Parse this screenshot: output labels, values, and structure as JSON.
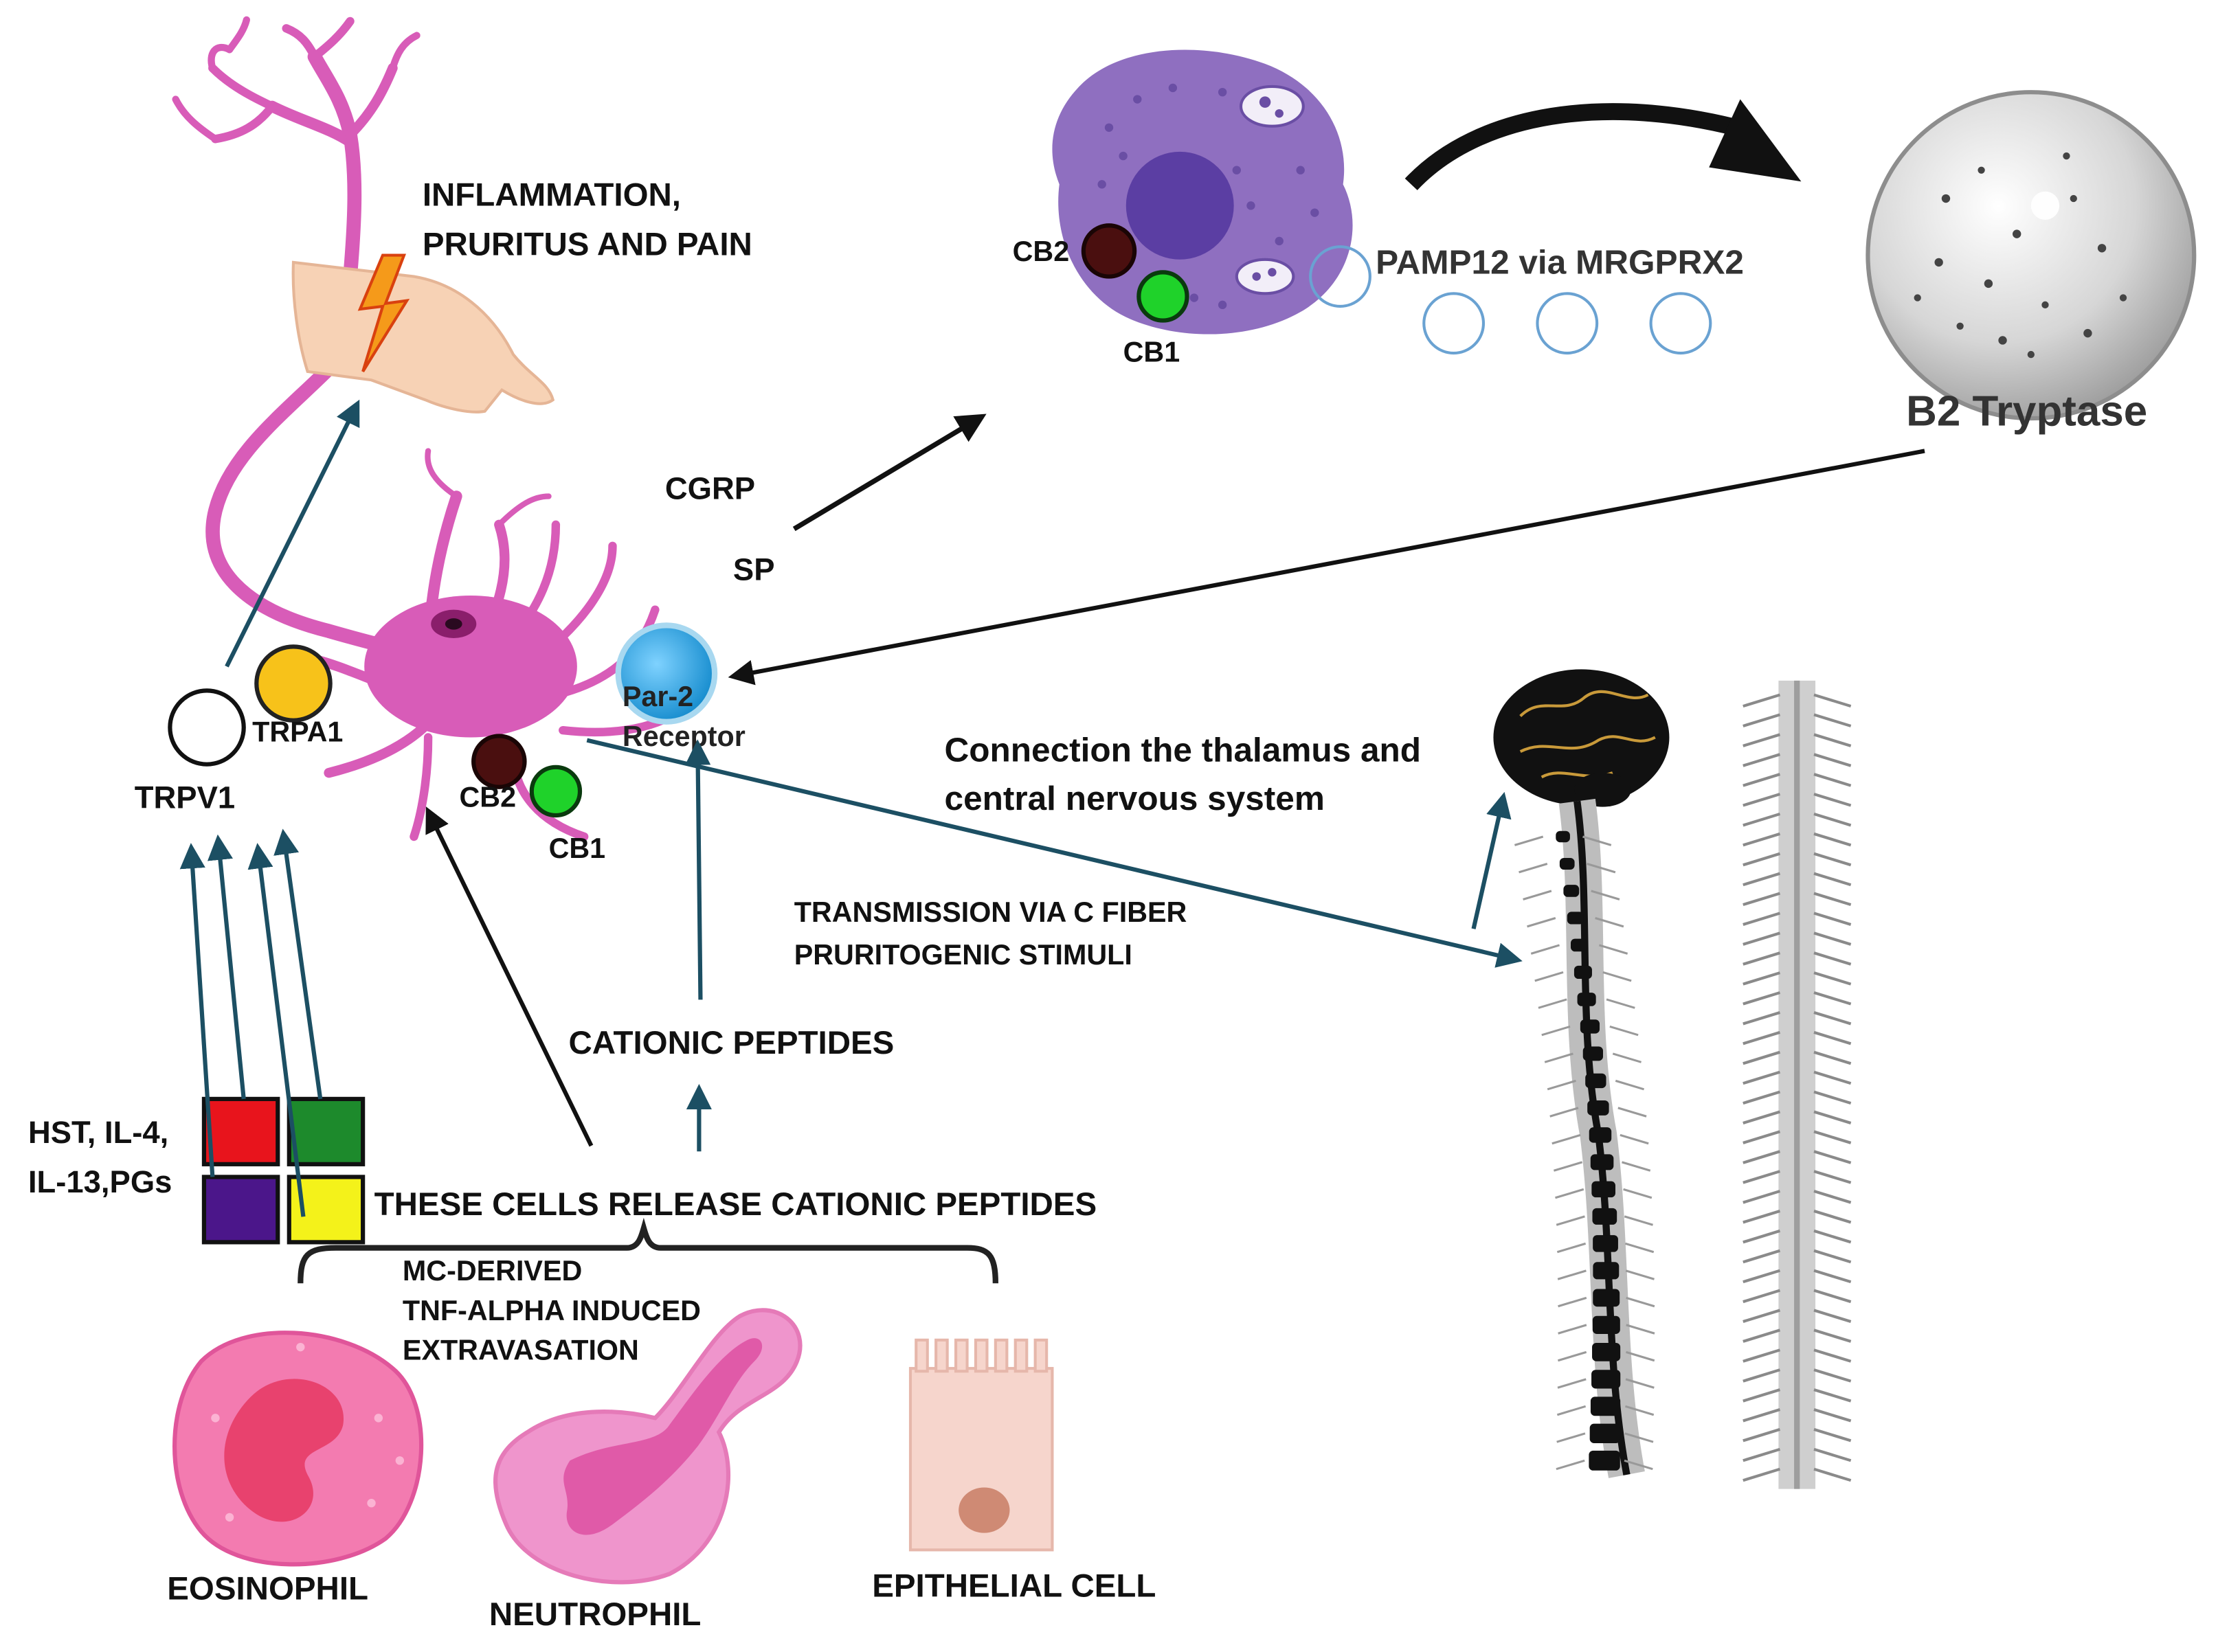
{
  "labels": {
    "inflammation_line1": "INFLAMMATION,",
    "inflammation_line2": "PRURITUS AND PAIN",
    "cb2_mast": "CB2",
    "cb1_mast": "CB1",
    "pamp12": "PAMP12 via MRGPRX2",
    "b2_tryptase": "B2 Tryptase",
    "cgrp": "CGRP",
    "sp": "SP",
    "par2_line1": "Par-2",
    "par2_line2": "Receptor",
    "trpa1": "TRPA1",
    "trpv1": "TRPV1",
    "cb2_neuron": "CB2",
    "cb1_neuron": "CB1",
    "thalamus_line1": "Connection the thalamus and",
    "thalamus_line2": "central nervous system",
    "transmission_line1": "TRANSMISSION VIA C FIBER",
    "transmission_line2": "PRURITOGENIC STIMULI",
    "cationic_peptides": "CATIONIC PEPTIDES",
    "mediators_line1": "HST, IL-4,",
    "mediators_line2": "IL-13,PGs",
    "cells_release": "THESE CELLS RELEASE CATIONIC PEPTIDES",
    "mc_line1": "MC-DERIVED",
    "mc_line2": "TNF-ALPHA INDUCED",
    "mc_line3": "EXTRAVASATION",
    "eosinophil": "EOSINOPHIL",
    "neutrophil": "NEUTROPHIL",
    "epithelial": "EPITHELIAL CELL"
  },
  "colors": {
    "neuron": "#d85cb8",
    "neuron_light": "#e68ccd",
    "mast_cell": "#8f6fc0",
    "mast_nucleus": "#5b3ea3",
    "arrow_teal": "#1c4f63",
    "arrow_black": "#111111",
    "trpa1": "#f7c21a",
    "cb2": "#4a0f0f",
    "cb1": "#1fd22a",
    "par2": "#2fa7e0",
    "mediator_red": "#e8141c",
    "mediator_green": "#1d8a2c",
    "mediator_purple": "#4b168a",
    "mediator_yellow": "#f4f21a",
    "eosinophil": "#f37bb0",
    "neutrophil": "#ef95cc",
    "epithelial": "#f6d5cc",
    "spine_dark": "#111111",
    "tryptase_sphere": "#d9d9d9"
  },
  "icons": [
    "neuron-icon",
    "hand-pain-icon",
    "lightning-icon",
    "mast-cell-icon",
    "tryptase-sphere-icon",
    "brain-icon",
    "spinal-cord-icon",
    "spine-icon",
    "eosinophil-icon",
    "neutrophil-icon",
    "epithelial-cell-icon"
  ]
}
